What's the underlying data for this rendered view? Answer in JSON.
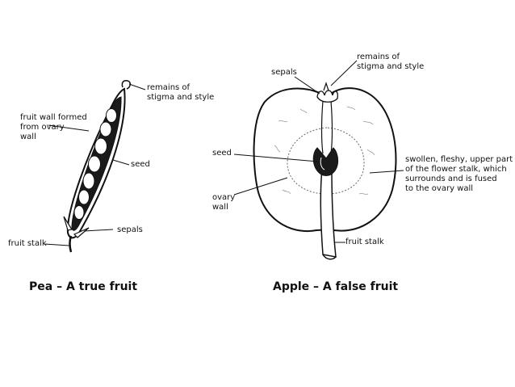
{
  "pea": {
    "labels": {
      "remains": [
        "remains of",
        "stigma and style"
      ],
      "fruit_wall": [
        "fruit wall formed",
        "from ovary",
        "wall"
      ],
      "seed": "seed",
      "sepals": "sepals",
      "stalk": "fruit stalk"
    },
    "caption": "Pea – A true fruit"
  },
  "apple": {
    "labels": {
      "sepals": "sepals",
      "remains": [
        "remains of",
        "stigma and style"
      ],
      "seed": "seed",
      "ovary_wall": [
        "ovary",
        "wall"
      ],
      "swollen": [
        "swollen, fleshy, upper part",
        "of the flower stalk, which",
        "surrounds and is fused",
        "to the ovary wall"
      ],
      "stalk": "fruit stalk"
    },
    "caption": "Apple – A false fruit"
  }
}
